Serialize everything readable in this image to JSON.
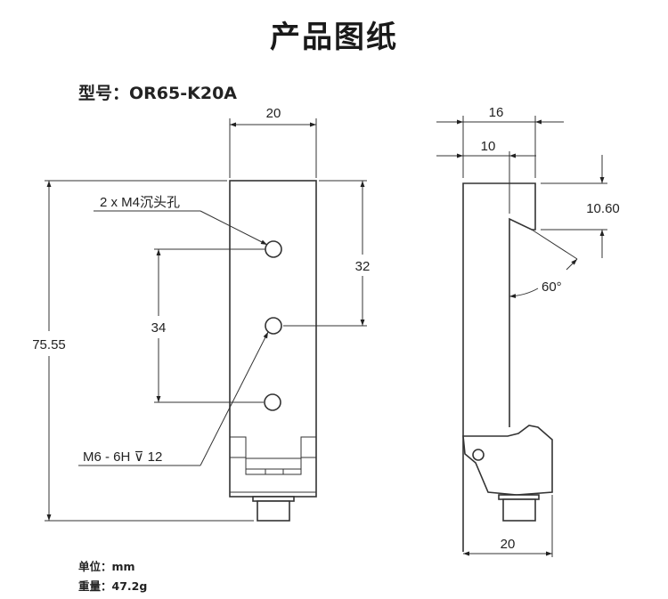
{
  "title": "产品图纸",
  "model": {
    "label": "型号：",
    "value": "OR65-K20A"
  },
  "footer": {
    "unit": "单位：mm",
    "weight": "重量：47.2g"
  },
  "front_view": {
    "width_dim": "20",
    "height_dim": "75.55",
    "hole_spacing_dim": "34",
    "top_to_hole_dim": "32",
    "countersink_note": "2 x M4沉头孔",
    "thread_note": "M6 - 6H ⊽ 12"
  },
  "side_view": {
    "depth_dim": "16",
    "slot_dim": "10",
    "slot_height_dim": "10.60",
    "angle_dim": "60°",
    "bottom_width_dim": "20"
  }
}
